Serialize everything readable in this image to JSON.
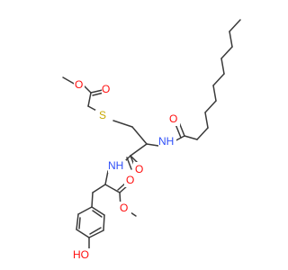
{
  "molecule": {
    "labels": {
      "o_ester_top_carbonyl": "O",
      "o_ester_top_methoxy": "O",
      "s_thioether": "S",
      "o_amide_acyl": "O",
      "nh_amide_acyl": "NH",
      "o_amide_peptide": "O",
      "nh_amide_peptide": "NH",
      "o_ester_bottom_carbonyl": "O",
      "o_ester_bottom_methoxy": "O",
      "ho_phenol": "HO"
    },
    "colors": {
      "bond": "#3a3a3a",
      "oxygen": "#ff0d0d",
      "sulfur": "#c8a800",
      "nitrogen": "#3050f8",
      "background": "#ffffff"
    }
  }
}
